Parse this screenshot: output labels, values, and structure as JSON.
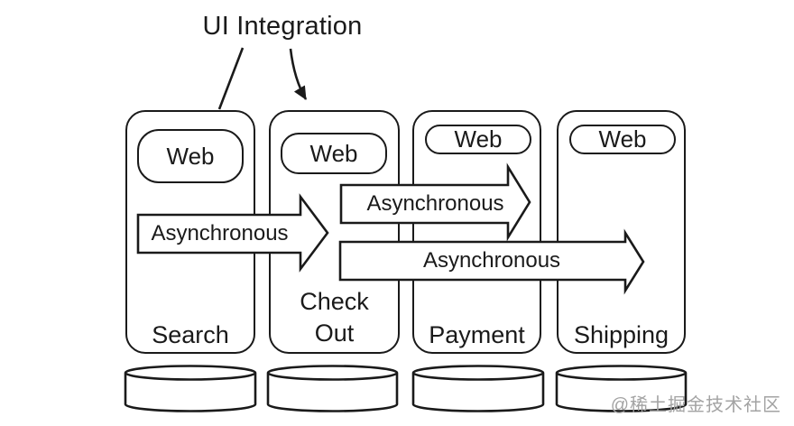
{
  "title": "UI Integration",
  "services": [
    {
      "label": "Search",
      "web_label": "Web"
    },
    {
      "label": "Check Out",
      "web_label": "Web"
    },
    {
      "label": "Payment",
      "web_label": "Web"
    },
    {
      "label": "Shipping",
      "web_label": "Web"
    }
  ],
  "arrows": [
    {
      "label": "Asynchronous",
      "from": "Search",
      "to": "Check Out"
    },
    {
      "label": "Asynchronous",
      "from": "Check Out",
      "to": "Payment"
    },
    {
      "label": "Asynchronous",
      "from": "Check Out",
      "to": "Shipping"
    }
  ],
  "annotation_targets": [
    "Search",
    "Check Out"
  ],
  "databases": [
    {
      "below": "Search"
    },
    {
      "below": "Check Out"
    },
    {
      "below": "Payment"
    },
    {
      "below": "Shipping"
    }
  ],
  "watermark": "@稀土掘金技术社区",
  "colors": {
    "stroke": "#1a1a1a",
    "background": "#ffffff",
    "watermark": "#a3a3a3"
  }
}
